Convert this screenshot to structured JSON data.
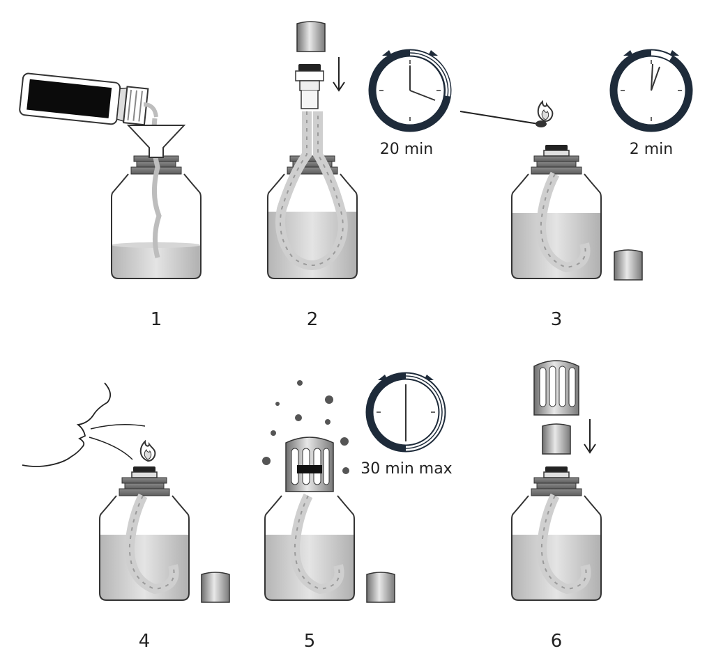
{
  "steps": [
    {
      "number": "1"
    },
    {
      "number": "2"
    },
    {
      "number": "3"
    },
    {
      "number": "4"
    },
    {
      "number": "5"
    },
    {
      "number": "6"
    }
  ],
  "timers": {
    "soak": "20 min",
    "burn": "2 min",
    "diffuse": "30 min max"
  },
  "icons": {
    "bottle": "oil-bottle-icon",
    "lamp": "lamp-flask-icon",
    "funnel": "funnel-icon",
    "stopwatch": "stopwatch-icon",
    "flame": "flame-icon",
    "cap": "cap-icon",
    "diffuser": "diffuser-top-icon",
    "mouth": "blowing-face-icon",
    "fragrance": "fragrance-particle-icon"
  },
  "colors": {
    "outline": "#333333",
    "liquid": "#c4c4c4",
    "dial": "#1e2b3a",
    "metal": "#9a9a9a"
  }
}
